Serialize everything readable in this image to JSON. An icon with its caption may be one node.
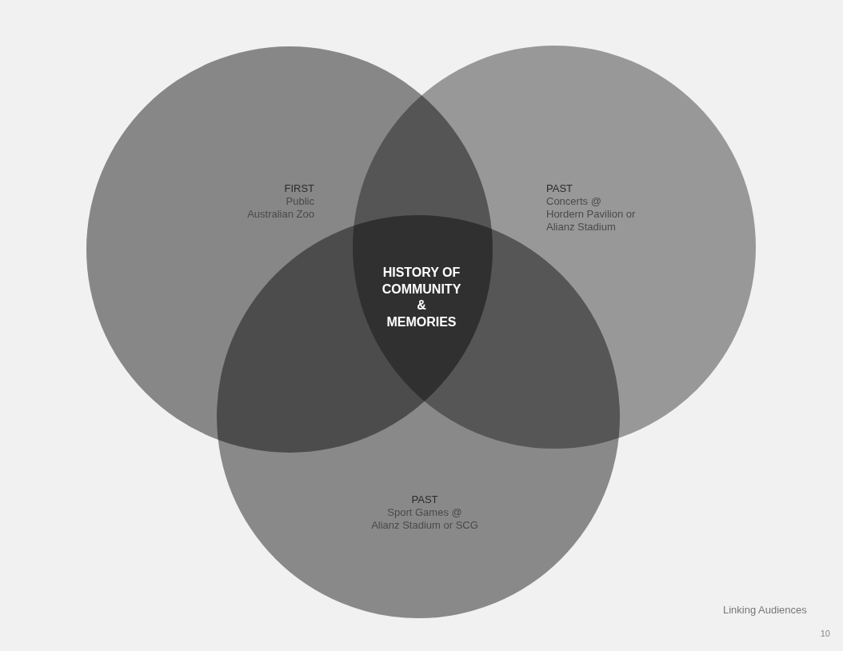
{
  "diagram": {
    "nodes": [
      {
        "text": [
          "FIRST",
          "Public Australian Zoo"
        ]
      },
      {
        "text": [
          "PAST",
          "Concerts @ Hordern Pavilion or Alianz Stadium"
        ]
      },
      {
        "text": [
          "HISTORY OF COMMUNITY & MEMORIES"
        ]
      },
      {
        "text": [
          "PAST",
          "Sport Games @ Alianz Stadium or SCG"
        ]
      }
    ],
    "labels": [
      "Linking Audiences",
      "10"
    ]
  }
}
